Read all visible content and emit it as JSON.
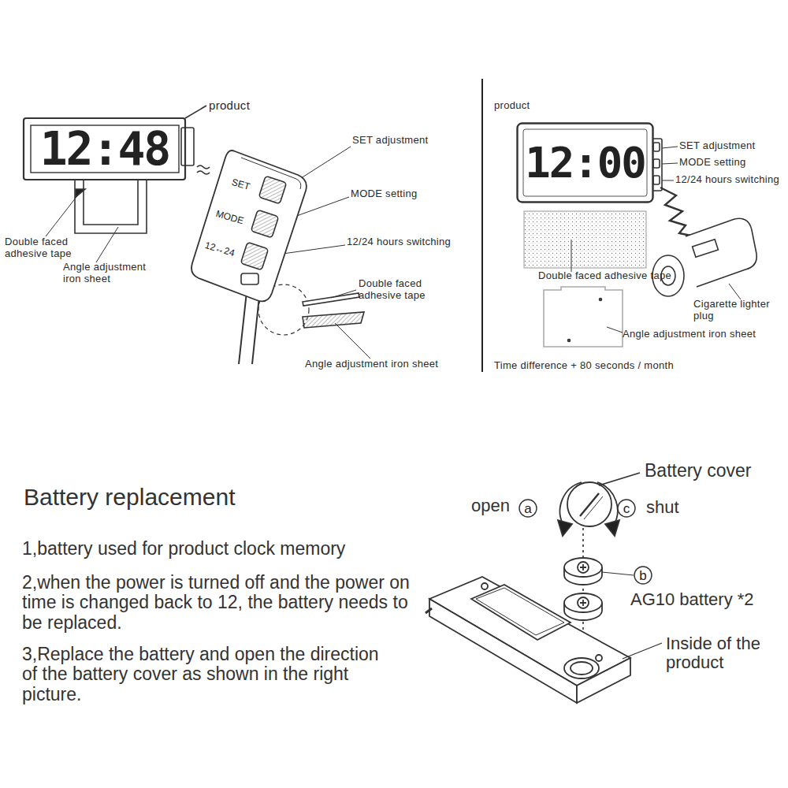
{
  "diagram": {
    "nodes": [
      {
        "text": [
          "12:48"
        ]
      },
      {
        "text": [
          "SET",
          "MODE",
          "12↔24"
        ]
      },
      {
        "text": [
          "12:00"
        ]
      },
      {
        "text": [
          "a"
        ]
      },
      {
        "text": [
          "c"
        ]
      },
      {
        "text": [
          "b"
        ]
      }
    ],
    "labels": [
      "product",
      "SET adjustment",
      "MODE setting",
      "12/24 hours switching",
      "Double faced adhesive tape",
      "Angle adjustment iron sheet",
      "Double faced adhesive tape",
      "Angle adjustment iron sheet",
      "product",
      "SET adjustment",
      "MODE setting",
      "12/24 hours switching",
      "Double faced adhesive tape",
      "Cigarette lighter plug",
      "Angle adjustment iron sheet",
      "Time difference + 80 seconds / month",
      "Battery replacement",
      "1,battery used for product clock memory",
      "2,when the power is turned off and the power on time is changed back to 12, the battery needs to be replaced.",
      "3,Replace the battery and open the direction of the battery cover as shown in the right picture.",
      "Battery cover",
      "open",
      "shut",
      "AG10 battery *2",
      "Inside of the product"
    ]
  }
}
